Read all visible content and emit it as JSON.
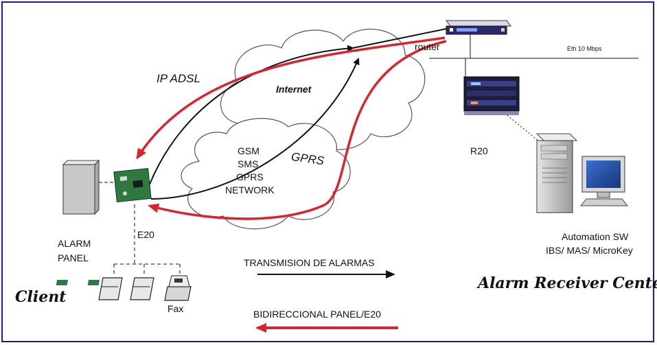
{
  "labels": {
    "ip_adsl": "IP ADSL",
    "internet": "Internet",
    "gsm_network": [
      "GSM",
      "SMS",
      "GPRS",
      "NETWORK"
    ],
    "gprs": "GPRS",
    "router": "router",
    "eth": "Eth 10 Mbps",
    "r20": "R20",
    "automation_sw": "Automation SW",
    "sw_list": "IBS/ MAS/ MicroKey",
    "alarm_panel": [
      "ALARM",
      "PANEL"
    ],
    "e20": "E20",
    "client": "Client",
    "fax": "Fax",
    "arc": "Alarm Receiver Center"
  },
  "legend": {
    "transmit": "TRANSMISION DE ALARMAS",
    "bidir": "BIDIRECCIONAL PANEL/E20"
  },
  "colors": {
    "frame": "#1a1aa8",
    "red_path": "#d8242a",
    "black_path": "#111111",
    "cloud_fill": "#ffffff",
    "cloud_stroke": "#555555"
  },
  "icons": [
    "router-icon",
    "receiver-r20-icon",
    "server-tower-icon",
    "monitor-icon",
    "alarm-panel-icon",
    "e20-board-icon",
    "phone-icon",
    "fax-icon"
  ]
}
